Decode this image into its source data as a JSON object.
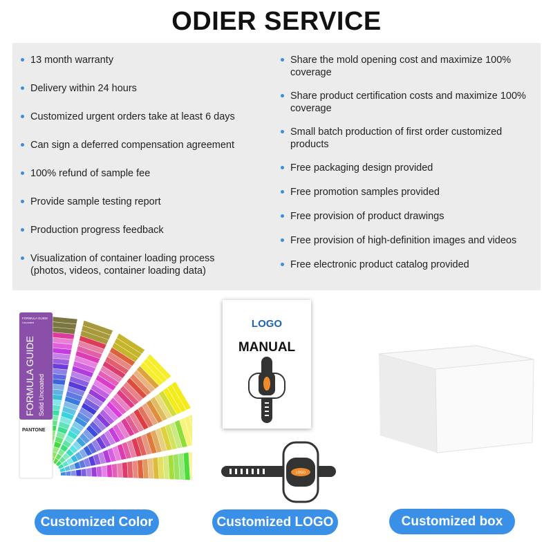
{
  "title": "ODIER SERVICE",
  "left_items": [
    "13 month warranty",
    "Delivery within 24 hours",
    "Customized urgent orders take at least 6 days",
    "Can sign a deferred compensation agreement",
    "100% refund of sample fee",
    "Provide sample testing report",
    "Production progress feedback",
    "Visualization of container loading process (photos, videos, container loading data)"
  ],
  "right_items": [
    "Share the mold opening cost and maximize 100% coverage",
    "Share product certification costs and maximize 100% coverage",
    "Small batch production of first order customized products",
    "Free packaging design provided",
    "Free promotion samples provided",
    "Free provision of product drawings",
    "Free provision of high-definition images and videos",
    "Free electronic product catalog provided"
  ],
  "pantone": {
    "header": "FORMULA GUIDE",
    "sub": "Uncoated",
    "big": "FORMULA GUIDE",
    "big_sub": "Solid Uncoated",
    "brand": "PANTONE"
  },
  "manual": {
    "logo": "LOGO",
    "title": "MANUAL",
    "strap_logo": "LOGO"
  },
  "buttons": [
    "Customized Color",
    "Customized LOGO",
    "Customized box"
  ],
  "colors": {
    "accent": "#3a8fe7",
    "bullet": "#3b8de0",
    "panel": "#ececec",
    "pantone_purple": "#8a4fa8",
    "strap_orange": "#f08a2c"
  }
}
